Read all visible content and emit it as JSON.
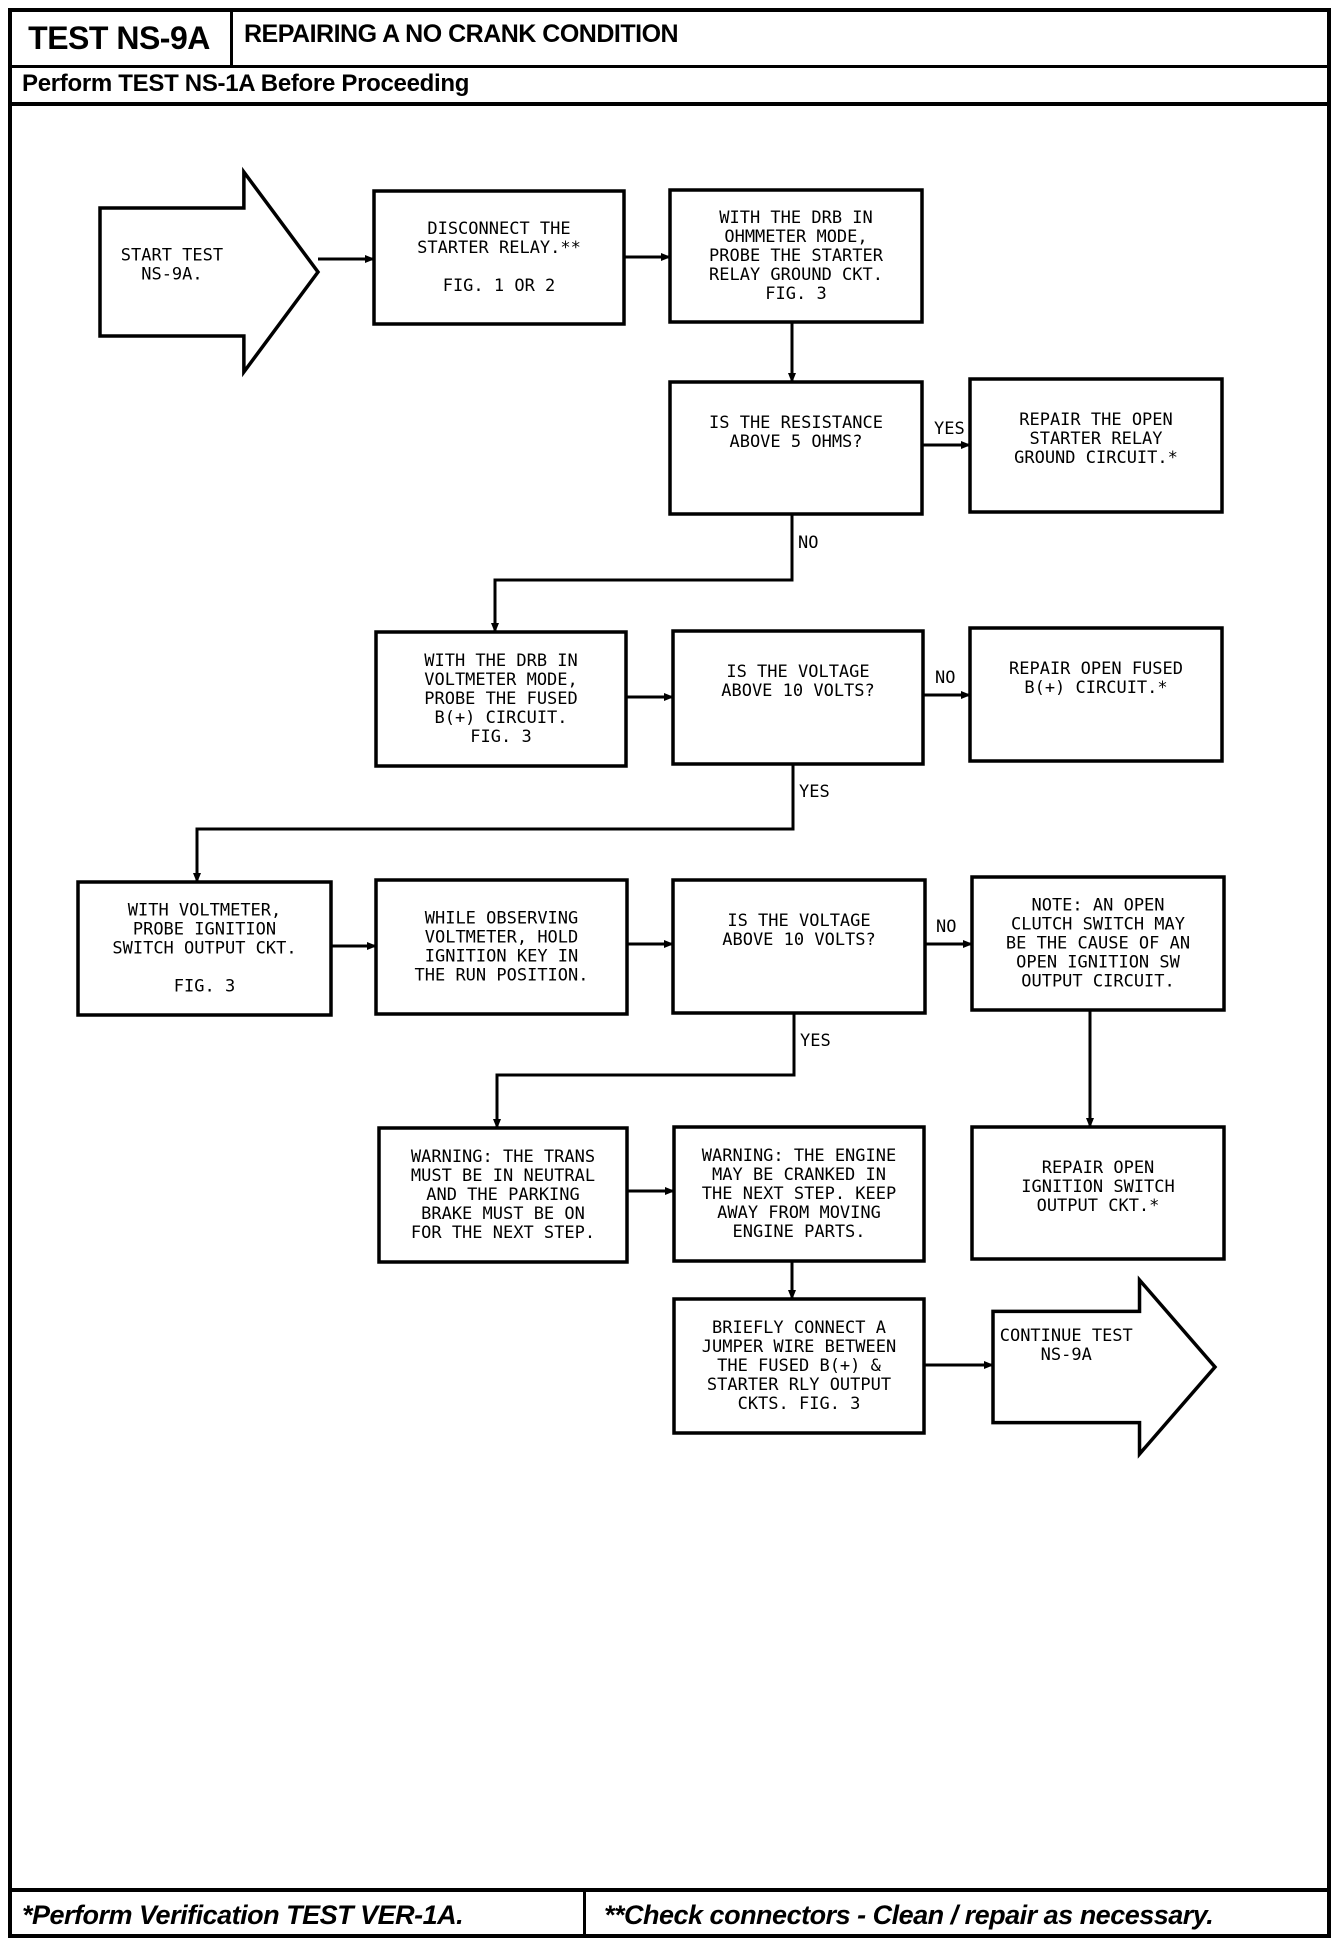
{
  "header": {
    "test_id": "TEST NS-9A",
    "title": "REPAIRING A NO CRANK CONDITION",
    "prerequisite": "Perform TEST NS-1A Before Proceeding"
  },
  "footer": {
    "note_single_star": "*Perform Verification TEST VER-1A.",
    "note_double_star": "**Check connectors - Clean / repair as necessary."
  },
  "flow": {
    "start": {
      "lines": [
        "START TEST",
        "NS-9A."
      ]
    },
    "disconnect_relay": {
      "lines": [
        "DISCONNECT THE",
        "STARTER RELAY.**",
        "",
        "FIG. 1 OR 2"
      ]
    },
    "ohmmeter_probe": {
      "lines": [
        "WITH THE DRB IN",
        "OHMMETER MODE,",
        "PROBE THE STARTER",
        "RELAY GROUND CKT.",
        "FIG. 3"
      ]
    },
    "resistance_question": {
      "lines": [
        "IS THE RESISTANCE",
        "ABOVE 5 OHMS?"
      ]
    },
    "repair_ground": {
      "lines": [
        "REPAIR THE OPEN",
        "STARTER RELAY",
        "GROUND CIRCUIT.*"
      ]
    },
    "voltmeter_probe": {
      "lines": [
        "WITH THE DRB IN",
        "VOLTMETER MODE,",
        "PROBE THE FUSED",
        "B(+) CIRCUIT.",
        "FIG. 3"
      ]
    },
    "voltage_question_1": {
      "lines": [
        "IS THE VOLTAGE",
        "ABOVE 10 VOLTS?"
      ]
    },
    "repair_fused": {
      "lines": [
        "REPAIR OPEN FUSED",
        "B(+) CIRCUIT.*"
      ]
    },
    "ignition_probe": {
      "lines": [
        "WITH VOLTMETER,",
        "PROBE IGNITION",
        "SWITCH OUTPUT CKT.",
        "",
        "FIG. 3"
      ]
    },
    "hold_key": {
      "lines": [
        "WHILE OBSERVING",
        "VOLTMETER, HOLD",
        "IGNITION KEY IN",
        "THE RUN POSITION."
      ]
    },
    "voltage_question_2": {
      "lines": [
        "IS THE VOLTAGE",
        "ABOVE 10 VOLTS?"
      ]
    },
    "clutch_note": {
      "lines": [
        "NOTE: AN OPEN",
        "CLUTCH SWITCH MAY",
        "BE THE CAUSE OF AN",
        "OPEN IGNITION SW",
        "OUTPUT CIRCUIT."
      ]
    },
    "warning_trans": {
      "lines": [
        "WARNING: THE TRANS",
        "MUST BE IN NEUTRAL",
        "AND THE PARKING",
        "BRAKE MUST BE ON",
        "FOR THE NEXT STEP."
      ]
    },
    "warning_engine": {
      "lines": [
        "WARNING: THE ENGINE",
        "MAY BE CRANKED IN",
        "THE NEXT STEP. KEEP",
        "AWAY FROM MOVING",
        "ENGINE PARTS."
      ]
    },
    "repair_ignition": {
      "lines": [
        "REPAIR OPEN",
        "IGNITION SWITCH",
        "OUTPUT CKT.*"
      ]
    },
    "jumper_wire": {
      "lines": [
        "BRIEFLY CONNECT A",
        "JUMPER WIRE BETWEEN",
        "THE FUSED B(+) &",
        "STARTER RLY OUTPUT",
        "CKTS. FIG. 3"
      ]
    },
    "continue": {
      "lines": [
        "CONTINUE TEST",
        "NS-9A"
      ]
    }
  },
  "branch_labels": {
    "resistance_yes": "YES",
    "resistance_no": "NO",
    "voltage1_no": "NO",
    "voltage1_yes": "YES",
    "voltage2_no": "NO",
    "voltage2_yes": "YES"
  },
  "colors": {
    "ink": "#000000",
    "paper": "#ffffff"
  }
}
